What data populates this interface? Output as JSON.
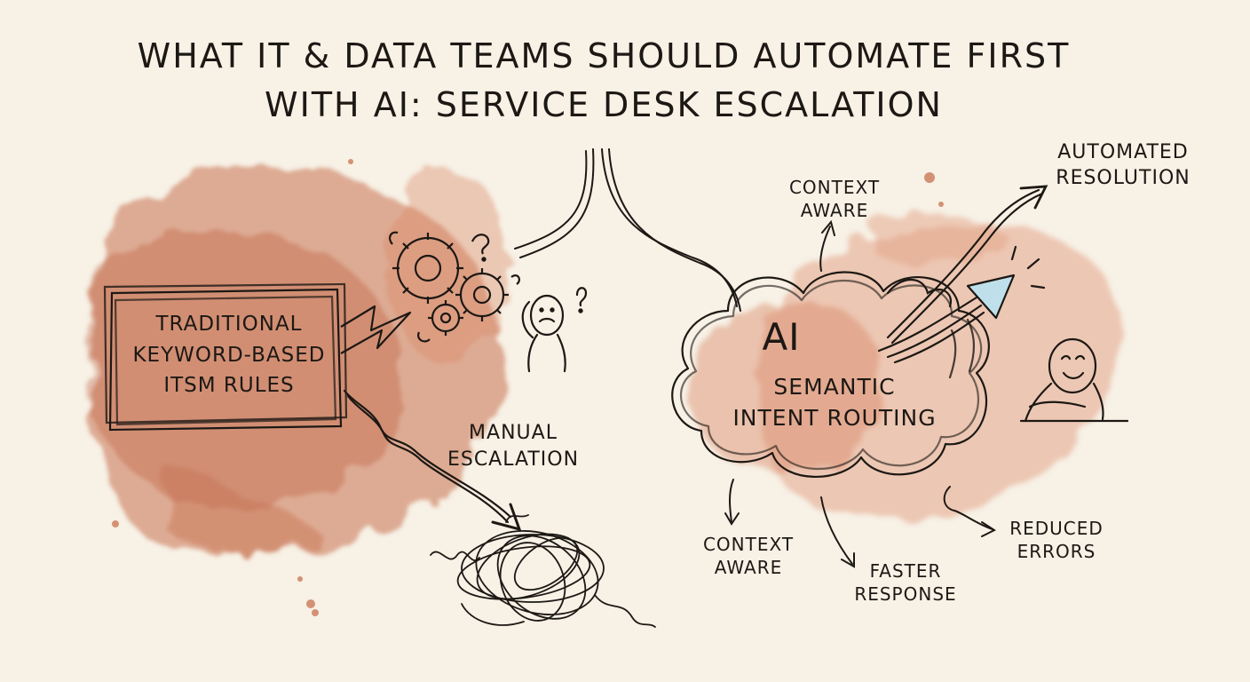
{
  "title": "WHAT IT & DATA TEAMS SHOULD AUTOMATE FIRST\nWITH AI: SERVICE DESK ESCALATION",
  "traditional": {
    "label": "TRADITIONAL\nKEYWORD-BASED\nITSM RULES"
  },
  "manual": {
    "label": "MANUAL\nESCALATION"
  },
  "ai_cloud": {
    "heading": "AI",
    "label": "SEMANTIC\nINTENT ROUTING"
  },
  "callouts": {
    "context_top": "CONTEXT\nAWARE",
    "automated_resolution": "AUTOMATED\nRESOLUTION",
    "context_bottom": "CONTEXT\nAWARE",
    "faster_response": "FASTER\nRESPONSE",
    "reduced_errors": "REDUCED\nERRORS"
  },
  "colors": {
    "ink": "#1c1814",
    "terracotta": "#c8714f",
    "terracotta_light": "#e3a488",
    "paper": "#f7f1e6",
    "arrow_head": "#bfe0ea"
  },
  "icons": [
    "gears-icon",
    "confused-person-icon",
    "happy-person-icon",
    "lightning-icon",
    "tangled-scribble-icon",
    "arrow-icon"
  ]
}
